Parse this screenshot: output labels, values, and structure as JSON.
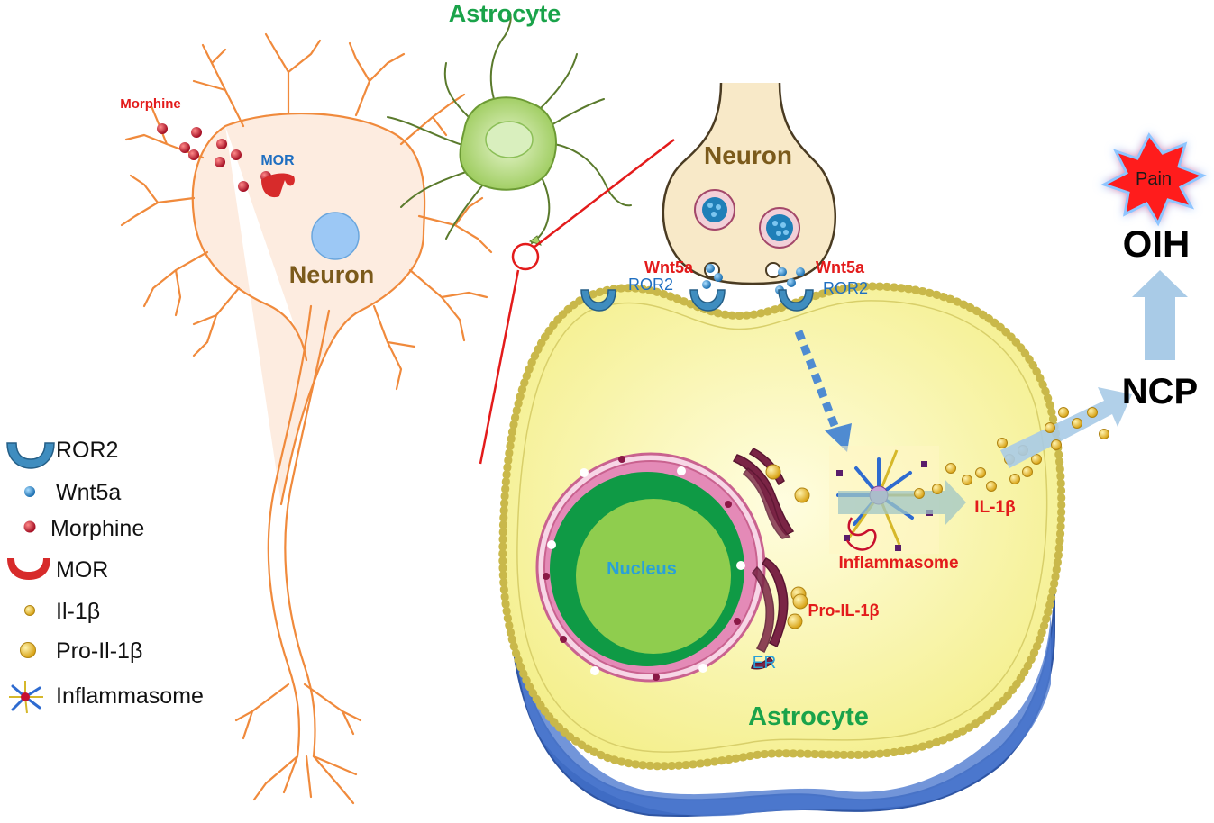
{
  "colors": {
    "neuron_outline": "#f08a3c",
    "neuron_fill": "#fdece0",
    "nucleus_blue": "#9cc8f5",
    "astrocyte_green": "#a9d46a",
    "cell_yellow": "#f9f5a8",
    "membrane_dot": "#c9b84a",
    "ecm_blue": "#3f6cc4",
    "nucleus_green": "#0f9a45",
    "envelope_pink": "#e48ab7",
    "er_maroon": "#7a2445",
    "ror2": "#3f8dbf",
    "wnt5a": "#2c8fd0",
    "morphine": "#c8102e",
    "mor": "#d72b2b",
    "il1b": "#e2aa1e",
    "pro_il1b": "#f2cd2b",
    "red_text": "#e31b1b",
    "blue_text": "#1f6fc1",
    "neuron_text": "#7b5a1b",
    "astro_text": "#1aa34a",
    "arrow_blue": "#4f8bd1",
    "pain_burst": "#ff1a1a"
  },
  "left_panel": {
    "astrocyte_title": "Astrocyte",
    "morphine_label": "Morphine",
    "mor_label": "MOR",
    "neuron_label": "Neuron"
  },
  "zoom_panel": {
    "neuron_label": "Neuron",
    "wnt5a_left": "Wnt5a",
    "ror2_left": "ROR2",
    "wnt5a_right": "Wnt5a",
    "ror2_right": "ROR2",
    "nucleus_label": "Nucleus",
    "er_label": "ER",
    "pro_il1b_label": "Pro-IL-1β",
    "inflammasome_label": "Inflammasome",
    "il1b_label": "IL-1β",
    "astrocyte_label": "Astrocyte"
  },
  "outcome": {
    "pain_label": "Pain",
    "oih_label": "OIH",
    "ncp_label": "NCP"
  },
  "legend": [
    {
      "icon": "ror2-icon",
      "label": "ROR2"
    },
    {
      "icon": "wnt5a-icon",
      "label": "Wnt5a"
    },
    {
      "icon": "morphine-icon",
      "label": "Morphine"
    },
    {
      "icon": "mor-icon",
      "label": "MOR"
    },
    {
      "icon": "il1b-icon",
      "label": "Il-1β"
    },
    {
      "icon": "pro-il1b-icon",
      "label": "Pro-Il-1β"
    },
    {
      "icon": "inflammasome-icon",
      "label": "Inflammasome"
    }
  ]
}
